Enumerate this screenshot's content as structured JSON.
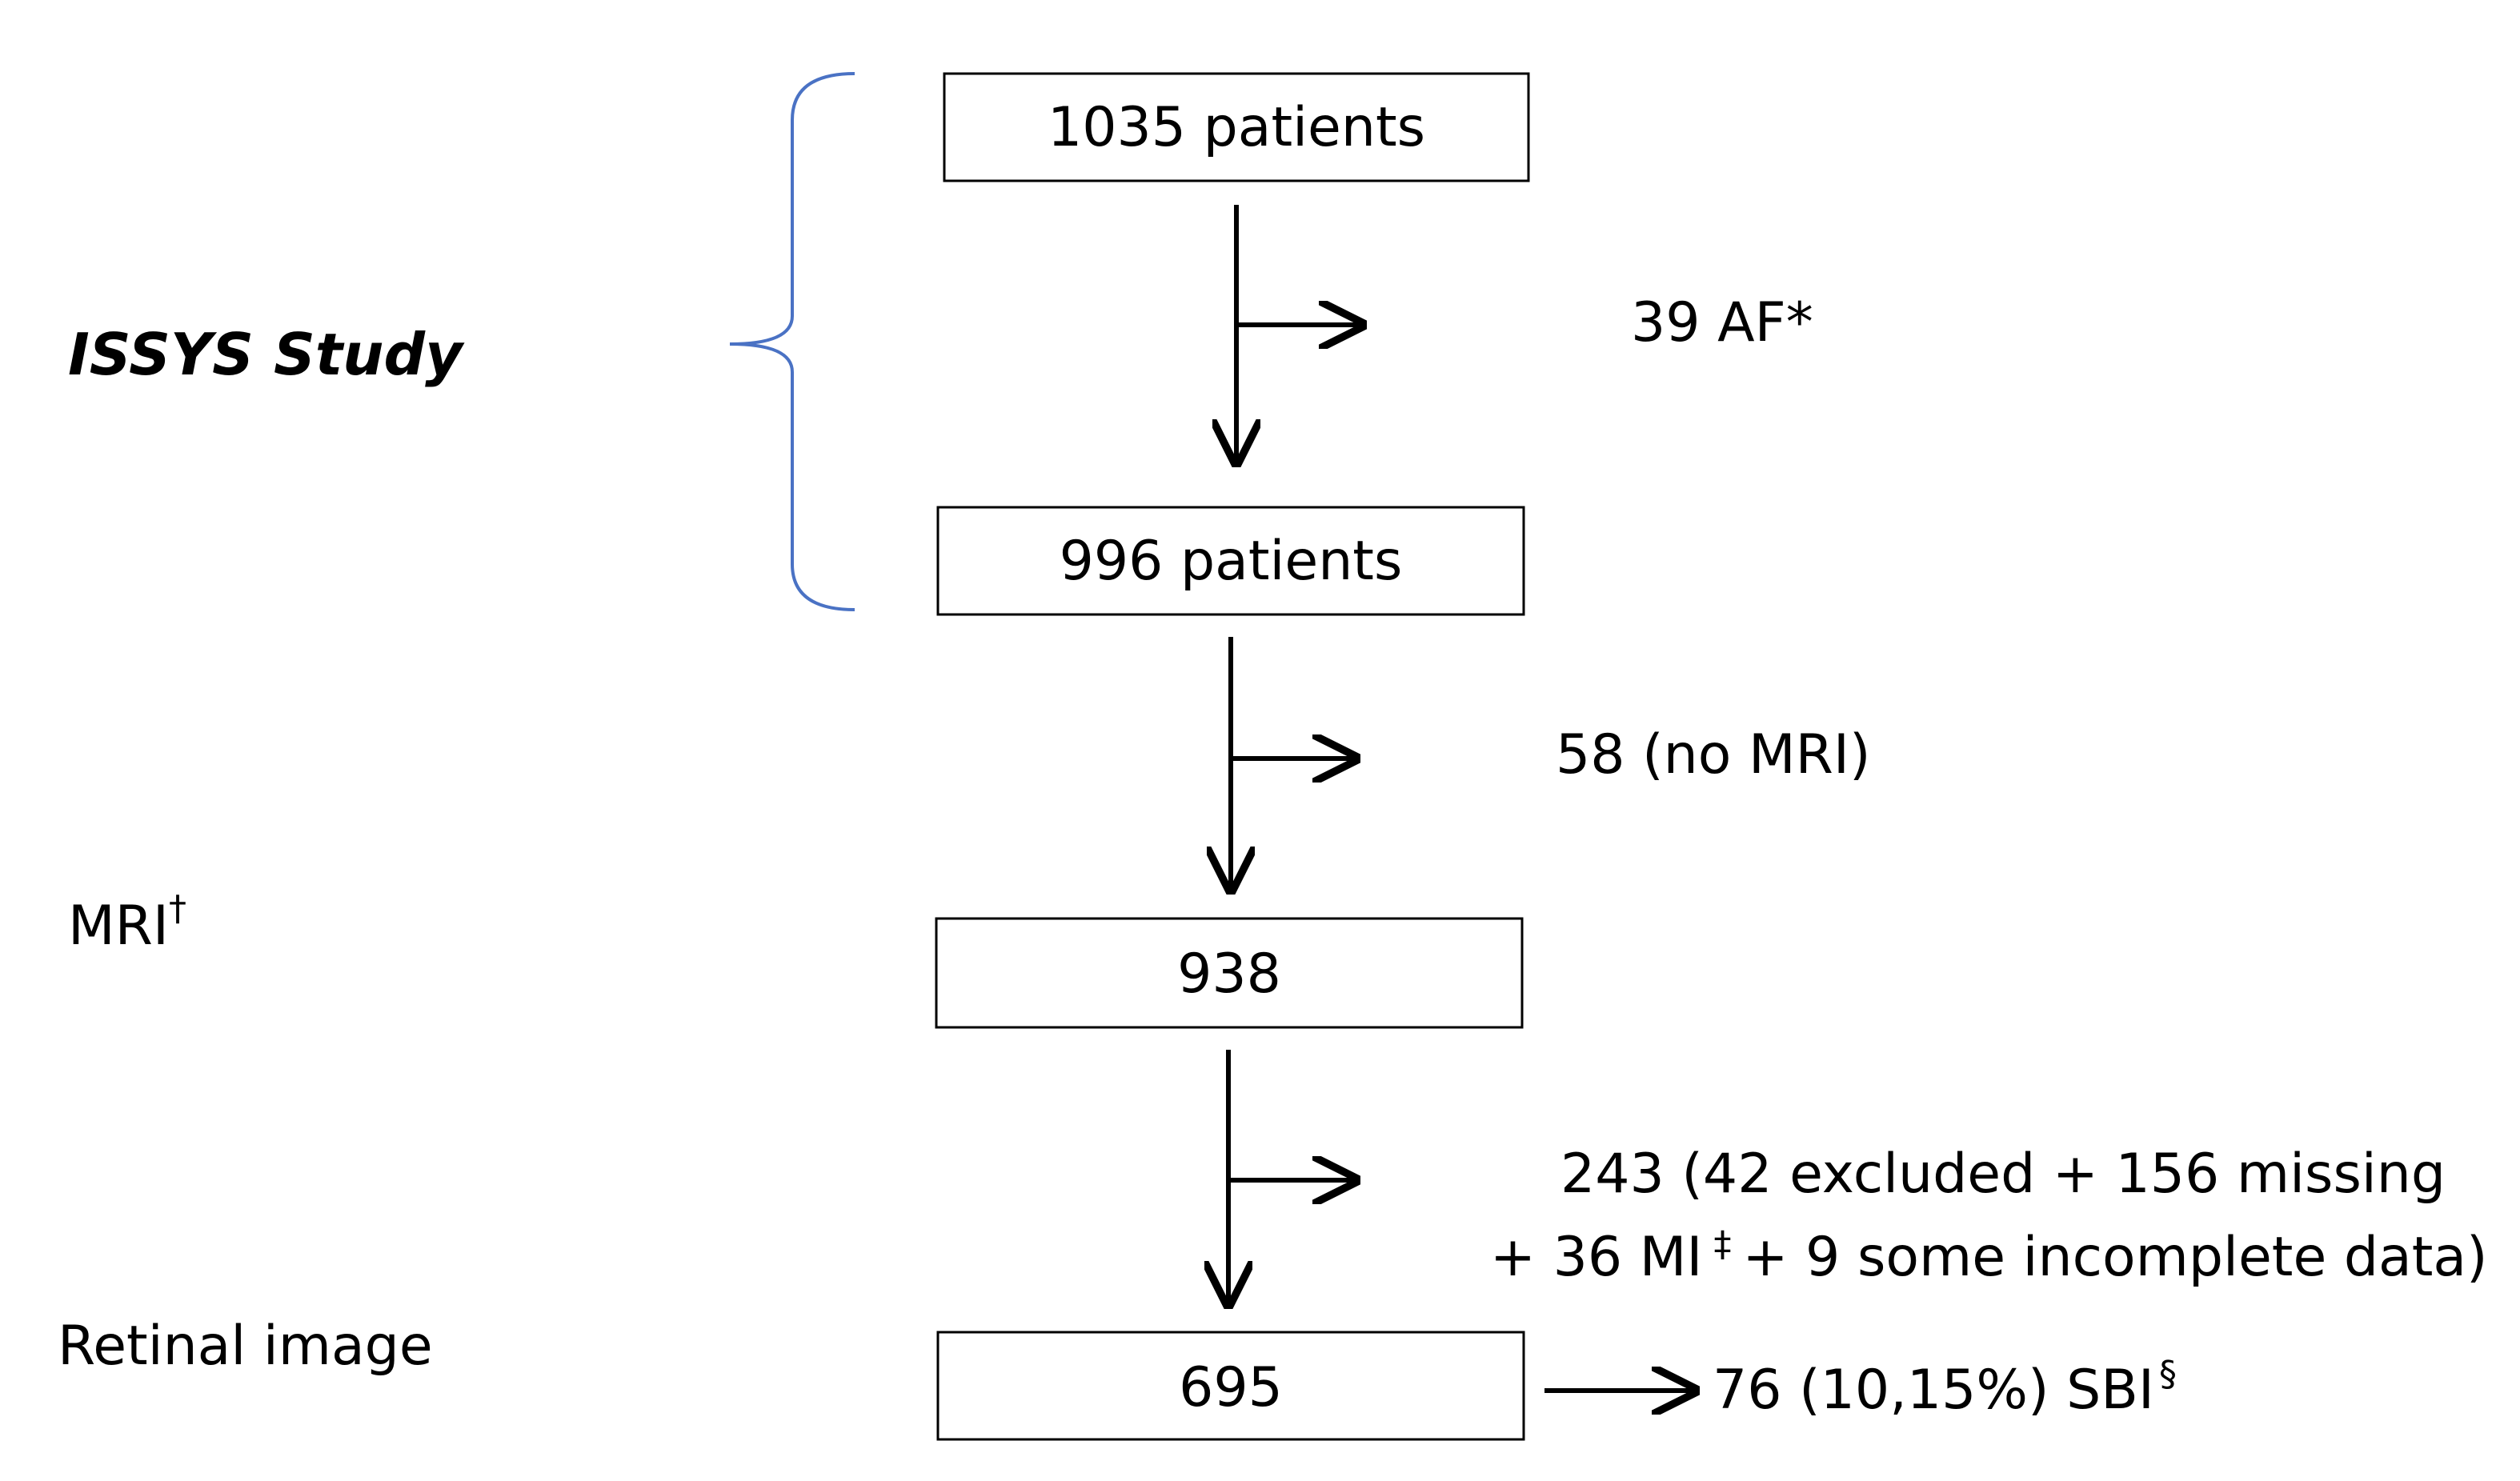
{
  "study_label": "ISSYS Study",
  "side_labels": {
    "mri": "MRI",
    "mri_mark": "†",
    "retinal": "Retinal image"
  },
  "boxes": [
    "1035 patients",
    "996 patients",
    "938",
    "695"
  ],
  "exclusions": {
    "af": "39 AF*",
    "no_mri": "58 (no MRI)",
    "missing_line1": "243 (42 excluded + 156 missing",
    "missing_line2_a": "+ 36 MI",
    "missing_line2_mark": "‡",
    "missing_line2_b": "+ 9 some incomplete data)"
  },
  "outcome": {
    "text": "76 (10,15%) SBI",
    "mark": "§"
  },
  "colors": {
    "brace": "#4a72c4",
    "lines": "#000000"
  }
}
